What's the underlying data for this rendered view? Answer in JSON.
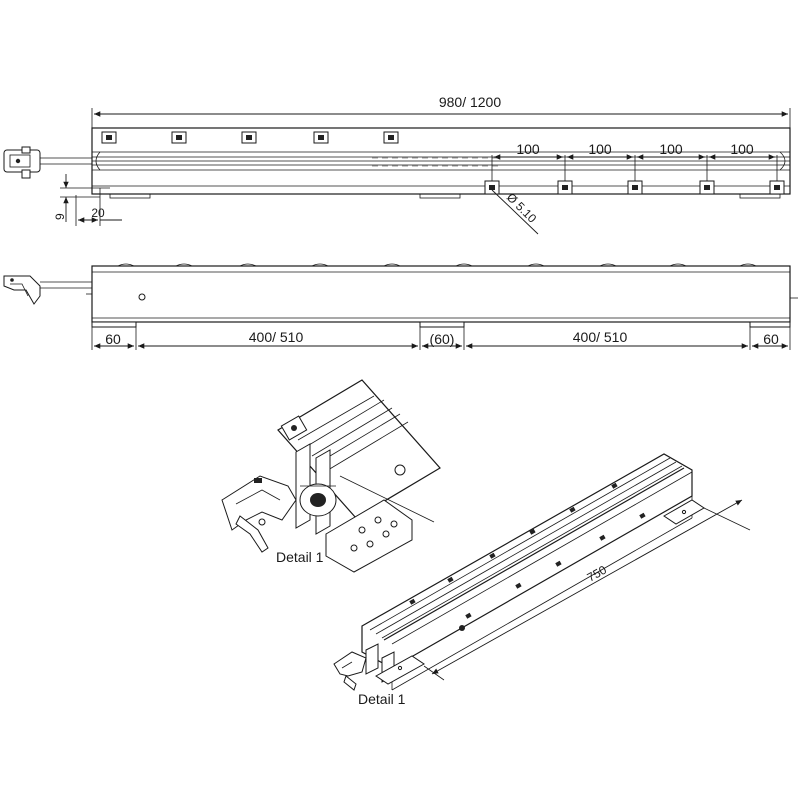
{
  "top_view": {
    "overall_length": "980/ 1200",
    "spacing_1": "100",
    "spacing_2": "100",
    "spacing_3": "100",
    "spacing_4": "100",
    "hole_diameter": "Ø 5.10",
    "height_dim": "9",
    "offset_dim": "20"
  },
  "side_view": {
    "end_left": "60",
    "span_left": "400/ 510",
    "center_gap": "(60)",
    "span_right": "400/ 510",
    "end_right": "60"
  },
  "isometric": {
    "length_dim": "750",
    "detail_label_upper": "Detail 1",
    "detail_label_lower": "Detail 1"
  }
}
